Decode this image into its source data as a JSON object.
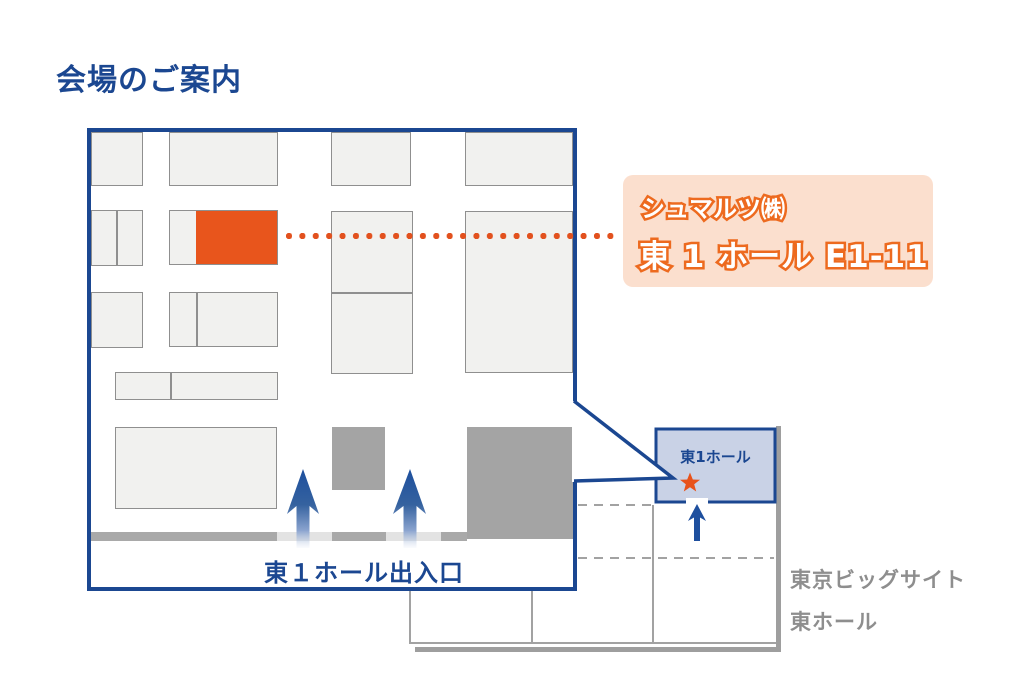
{
  "page": {
    "title": "会場のご案内",
    "background": "#ffffff"
  },
  "colors": {
    "primary_blue": "#1b4791",
    "highlight_booth_orange": "#e8551c",
    "leader_dot_orange": "#e2511e",
    "callout_background": "#fbdfce",
    "callout_text_outline": "#ed6a1f",
    "booth_fill": "#f1f1ef",
    "booth_border": "#8f8f8f",
    "dark_booth_gray": "#a4a4a4",
    "wall_gray": "#a9a9a9",
    "hall_fill": "#c9d2e6",
    "site_outline_gray": "#a2a2a2",
    "site_label_gray": "#8e8e8e",
    "star_orange": "#e8521a"
  },
  "floor_map": {
    "entrance_label": "東１ホール出入口"
  },
  "callout": {
    "exhibitor_name": "シュマルツ㈱",
    "booth_location": "東 1 ホール E1-11"
  },
  "site_map": {
    "hall_label": "東1ホール",
    "venue_name": "東京ビッグサイト",
    "area_name": "東ホール"
  }
}
